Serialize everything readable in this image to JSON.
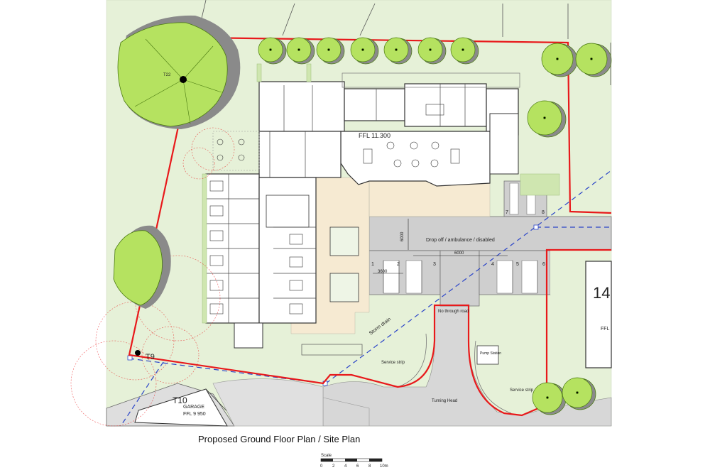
{
  "title": "Proposed Ground Floor Plan / Site Plan",
  "labels": {
    "ffl_main": "FFL 11.300",
    "drop_off": "Drop off / ambulance / disabled",
    "dim_6000_v": "6000",
    "dim_6000_h": "6000",
    "dim_3600": "3600",
    "no_through_road": "No through road",
    "storm_drain": "Storm drain",
    "service_strip_left": "Service strip",
    "service_strip_right": "Service strip",
    "turning_head": "Turning Head",
    "pump_station": "Pump Station",
    "garage": "GARAGE",
    "garage_ffl": "FFL 9 950",
    "tree_t22": "T22",
    "tree_t9": "T9",
    "tree_t10": "T10",
    "neighbour_number": "14",
    "neighbour_ffl": "FFL"
  },
  "parking_bays": [
    "1",
    "2",
    "3",
    "4",
    "5",
    "6",
    "7",
    "8"
  ],
  "scale": {
    "caption": "Scale",
    "ticks": [
      "0",
      "2",
      "4",
      "6",
      "8",
      "10m"
    ]
  },
  "colors": {
    "boundary": "#e8191b",
    "grass": "#e4f0d6",
    "tree_fill": "#b5e260",
    "tree_shadow": "#8a8a8a",
    "road": "#d6d6d6",
    "paving": "#f5e8cf",
    "storm_drain": "#2a44c8",
    "root_zone": "#e8191b"
  }
}
